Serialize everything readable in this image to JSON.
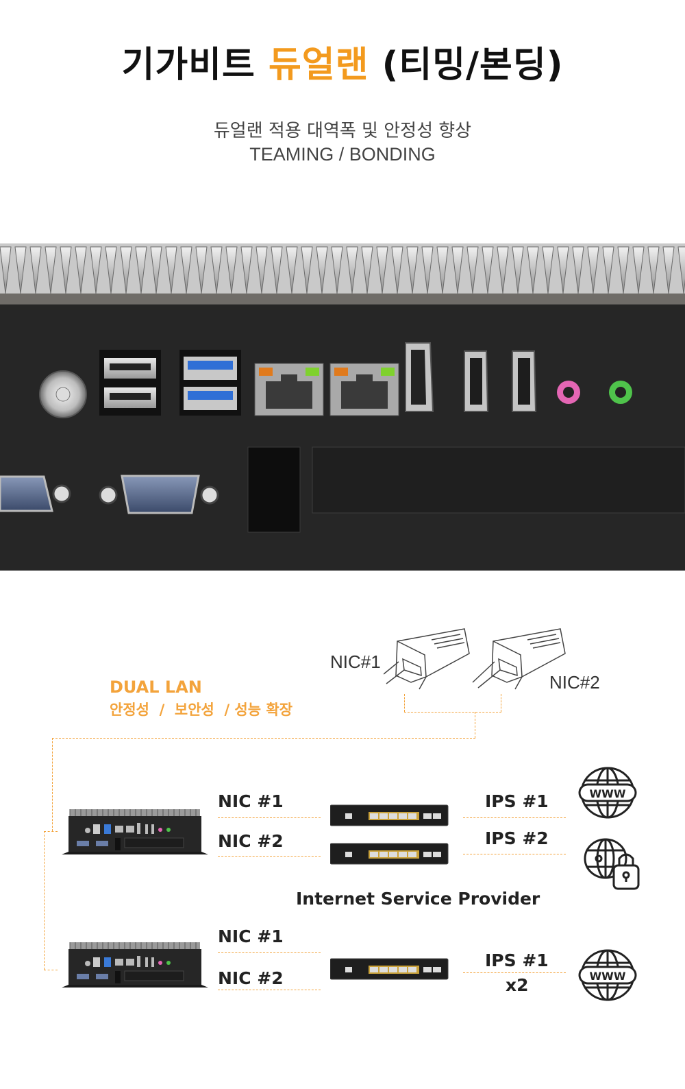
{
  "header": {
    "title_prefix": "기가비트 ",
    "title_accent": "듀얼랜",
    "title_suffix": " (티밍/본딩)",
    "subtitle": "듀얼랜 적용 대역폭 및 안정성 향상",
    "subtitle_en": "TEAMING / BONDING"
  },
  "colors": {
    "accent": "#f39a1e",
    "device_body": "#262626",
    "text": "#222222"
  },
  "diagram": {
    "nic1_label": "NIC#1",
    "nic2_label": "NIC#2",
    "dual_lan_title": "DUAL LAN",
    "dual_lan_sub": "안정성  /  보안성  / 성능 확장",
    "group1": {
      "nic1": "NIC #1",
      "nic2": "NIC #2",
      "ips1": "IPS #1",
      "ips2": "IPS #2",
      "icon_top": "www-globe-icon",
      "icon_bottom": "globe-lock-icon"
    },
    "isp_label": "Internet Service Provider",
    "group2": {
      "nic1": "NIC #1",
      "nic2": "NIC #2",
      "ips1": "IPS #1",
      "multiplier": "x2",
      "icon": "www-globe-icon"
    },
    "www": "WWW"
  }
}
